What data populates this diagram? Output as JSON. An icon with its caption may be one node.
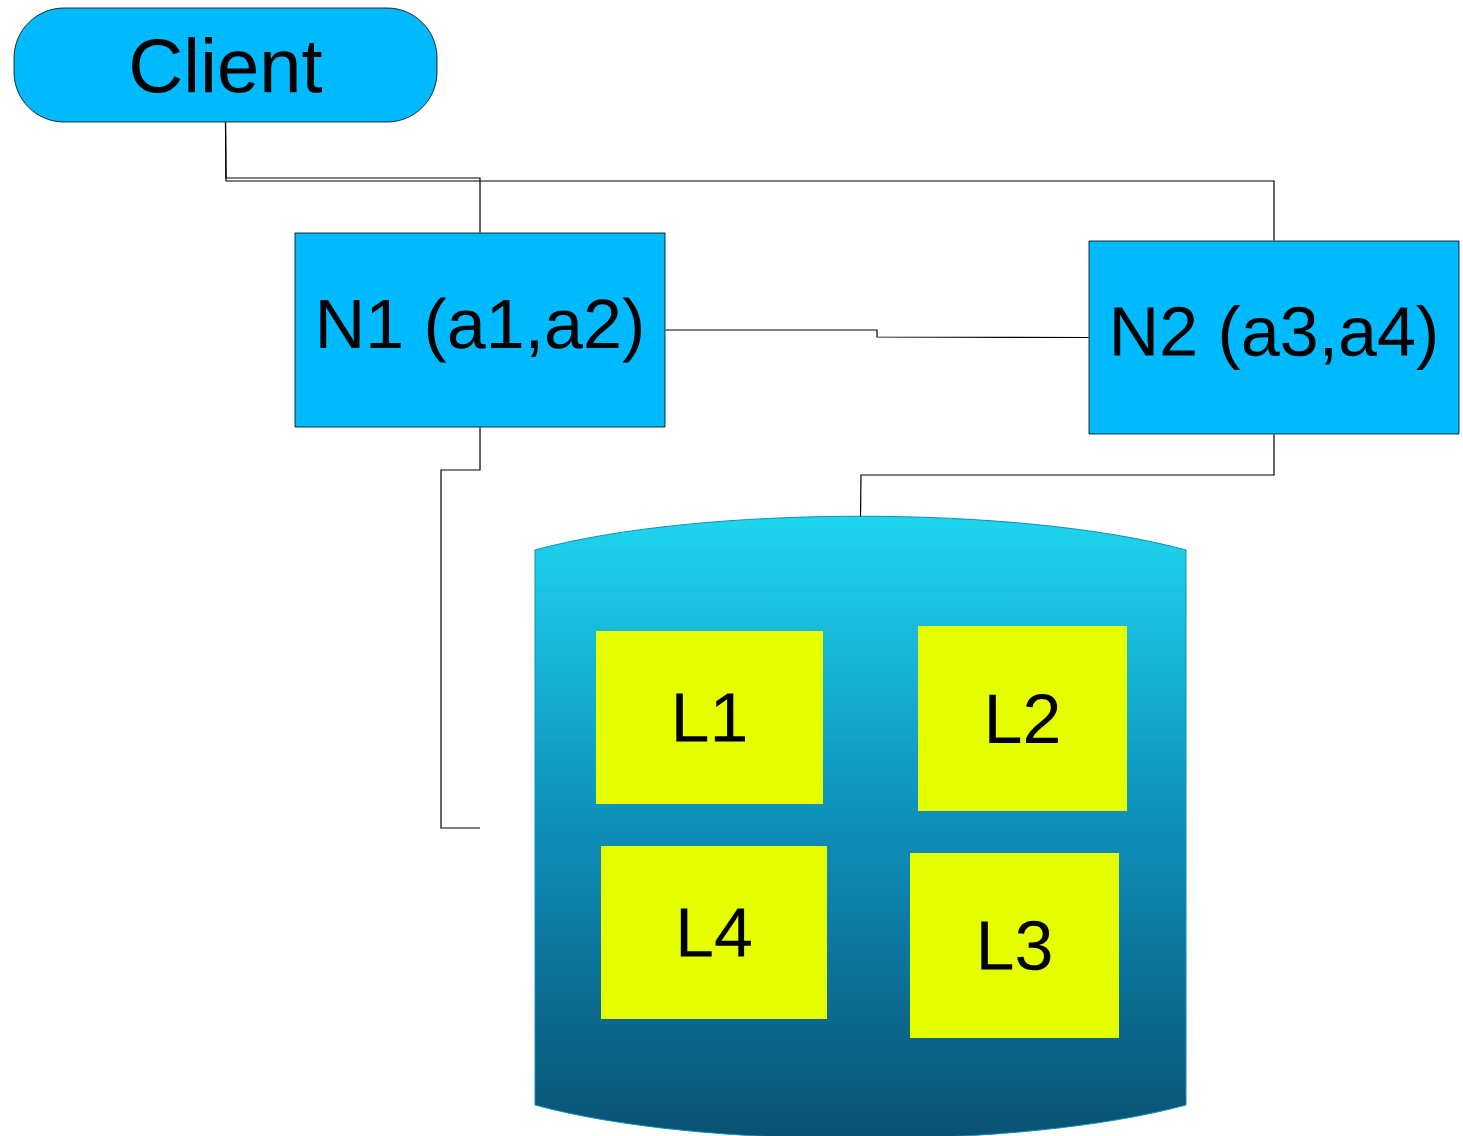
{
  "diagram": {
    "nodes": [
      {
        "text": [
          "Client"
        ]
      },
      {
        "text": [
          "N1 (a1,a2)"
        ]
      },
      {
        "text": [
          "N2 (a3,a4)"
        ]
      },
      {
        "text": [],
        "shape": "cylinder"
      },
      {
        "text": [
          "L1"
        ],
        "in": 3
      },
      {
        "text": [
          "L2"
        ],
        "in": 3
      },
      {
        "text": [
          "L4"
        ],
        "in": 3
      },
      {
        "text": [
          "L3"
        ],
        "in": 3
      }
    ],
    "edges": [
      {
        "from": 0,
        "to": 1,
        "arrow": "none"
      },
      {
        "from": 0,
        "to": 2,
        "arrow": "none"
      },
      {
        "from": 1,
        "to": 2,
        "arrow": "none"
      },
      {
        "from": 2,
        "to": 3,
        "arrow": "none"
      },
      {
        "from": 1,
        "to": null,
        "arrow": "none"
      }
    ]
  }
}
